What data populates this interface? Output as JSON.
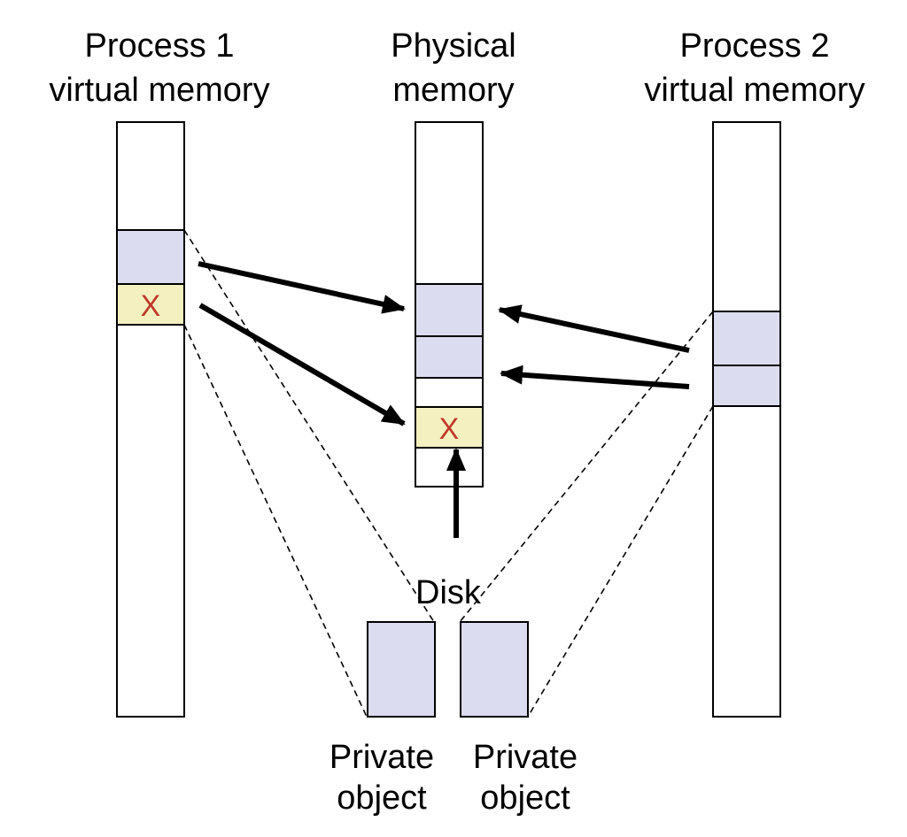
{
  "labels": {
    "process1_line1": "Process 1",
    "process1_line2": "virtual memory",
    "physical_line1": "Physical",
    "physical_line2": "memory",
    "process2_line1": "Process 2",
    "process2_line2": "virtual memory",
    "disk": "Disk",
    "private_object_a_line1": "Private",
    "private_object_a_line2": "object",
    "private_object_b_line1": "Private",
    "private_object_b_line2": "object"
  },
  "cells": {
    "p1_copied_page_mark": "X",
    "phys_copied_page_mark": "X"
  },
  "colors": {
    "shared_page_fill": "#dcdcf0",
    "copied_page_fill": "#f5f0c0",
    "copy_mark": "#c0392b",
    "outline": "#000000"
  }
}
